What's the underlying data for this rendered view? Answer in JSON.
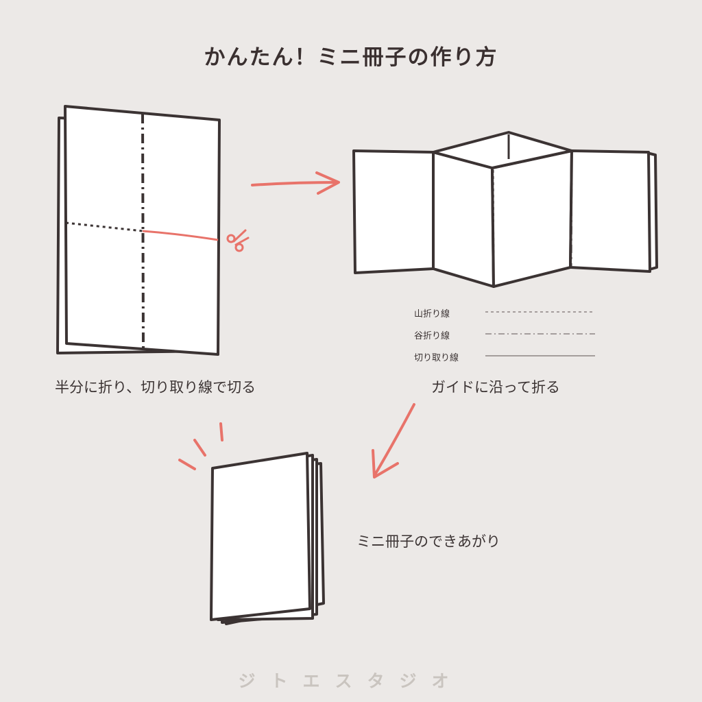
{
  "title": "かんたん！ミニ冊子の作り方",
  "steps": [
    {
      "caption": "半分に折り、切り取り線で切る"
    },
    {
      "caption": "ガイドに沿って折る"
    },
    {
      "caption": "ミニ冊子のできあがり"
    }
  ],
  "legend": [
    {
      "label": "山折り線"
    },
    {
      "label": "谷折り線"
    },
    {
      "label": "切り取り線"
    }
  ],
  "footer": "ジトエスタジオ",
  "colors": {
    "background": "#ece9e7",
    "line": "#3b3333",
    "accent": "#e8736a",
    "paper": "#ffffff",
    "footer": "#c9c4bf"
  },
  "icons": [
    "scissors-icon",
    "arrow-right-icon",
    "arrow-down-left-icon",
    "sparkle-lines-icon"
  ]
}
